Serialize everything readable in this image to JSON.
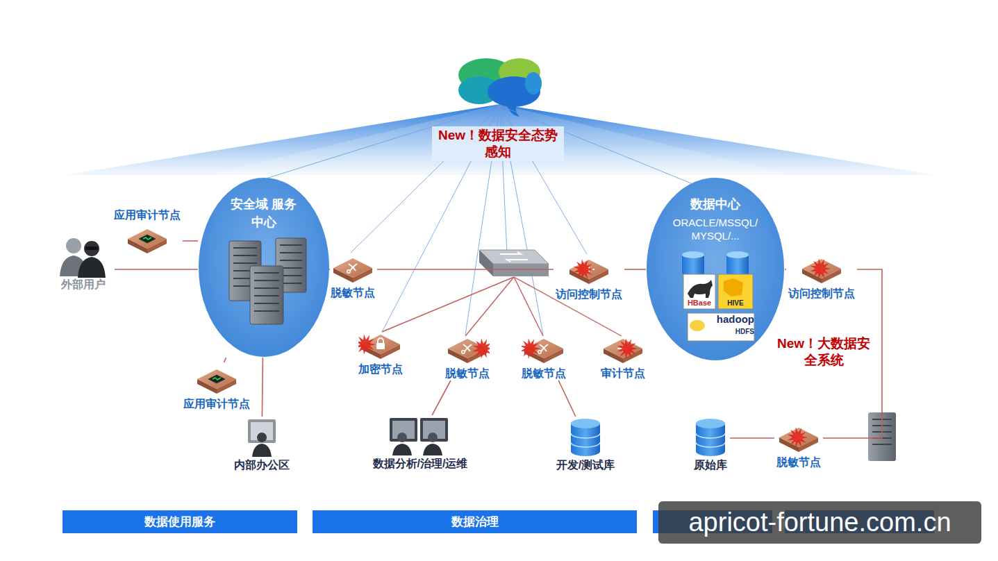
{
  "diagram": {
    "nodes": [
      {
        "text": [
          "外部用户"
        ]
      },
      {
        "text": [
          "安全域 服务中心"
        ]
      },
      {
        "text": [
          "应用审计节点"
        ]
      },
      {
        "text": [
          "应用审计节点"
        ]
      },
      {
        "text": [
          "脱敏节点"
        ]
      },
      {
        "text": [
          "访问控制节点"
        ]
      },
      {
        "text": [
          "数据中心",
          "ORACLE/MSSQL/ MYSQL/..."
        ]
      },
      {
        "text": [
          "访问控制节点"
        ]
      },
      {
        "text": [
          "加密节点"
        ]
      },
      {
        "text": [
          "脱敏节点"
        ]
      },
      {
        "text": [
          "脱敏节点"
        ]
      },
      {
        "text": [
          "审计节点"
        ]
      },
      {
        "text": [
          "内部办公区"
        ]
      },
      {
        "text": [
          "数据分析/治理/运维"
        ]
      },
      {
        "text": [
          "开发/测试库"
        ]
      },
      {
        "text": [
          "原始库"
        ]
      },
      {
        "text": [
          "脱敏节点"
        ]
      },
      {
        "text": [
          "数据使用服务"
        ]
      },
      {
        "text": [
          "数据治理"
        ]
      }
    ],
    "edges": [
      {
        "from": 0,
        "to": 1,
        "arrow": "none"
      },
      {
        "from": 2,
        "to": 1,
        "arrow": "none"
      },
      {
        "from": 3,
        "to": 1,
        "arrow": "none"
      },
      {
        "from": 1,
        "to": 12,
        "arrow": "none"
      },
      {
        "from": 1,
        "to": 4,
        "arrow": "none"
      },
      {
        "from": 4,
        "to": 5,
        "arrow": "none"
      },
      {
        "from": 5,
        "to": 6,
        "arrow": "none"
      },
      {
        "from": 6,
        "to": 7,
        "arrow": "none"
      },
      {
        "from": 7,
        "to": 16,
        "arrow": "none"
      },
      {
        "from": 16,
        "to": 15,
        "arrow": "none"
      },
      {
        "from": 9,
        "to": 13,
        "arrow": "none"
      },
      {
        "from": 10,
        "to": 14,
        "arrow": "none"
      }
    ],
    "labels": [
      "New！数据安全态势感知",
      "HBase",
      "HIVE",
      "hadoop",
      "HDFS",
      "New！大数据安全系统",
      "apricot-fortune.com.cn"
    ]
  }
}
